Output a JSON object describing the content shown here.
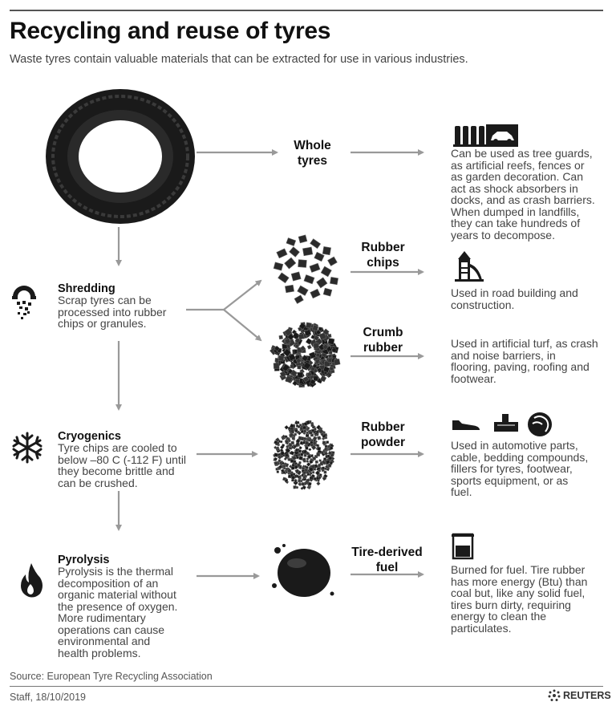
{
  "header": {
    "title": "Recycling and reuse of tyres",
    "subtitle": "Waste tyres contain valuable materials that can be extracted for use in various industries."
  },
  "processes": [
    {
      "title": "Shredding",
      "text": "Scrap tyres can be\nprocessed into rubber\nchips or granules."
    },
    {
      "title": "Cryogenics",
      "text": "Tyre chips are cooled to\nbelow –80 C (-112 F) until\nthey become brittle and\ncan be crushed."
    },
    {
      "title": "Pyrolysis",
      "text": "Pyrolysis is the thermal\ndecomposition of an\norganic material without\nthe presence of oxygen.\nMore rudimentary\noperations can cause\nenvironmental and\nhealth problems."
    }
  ],
  "products": [
    {
      "label": "Whole\ntyres",
      "use": "Can be used as tree guards,\nas artificial reefs, fences or\nas garden decoration. Can\nact as shock absorbers in\ndocks, and as crash barriers.\nWhen dumped in landfills,\nthey can take hundreds of\nyears to decompose."
    },
    {
      "label": "Rubber\nchips",
      "use": "Used in road building and\nconstruction."
    },
    {
      "label": "Crumb\nrubber",
      "use": "Used in artificial turf, as crash\nand noise barriers, in\nflooring, paving, roofing and\nfootwear."
    },
    {
      "label": "Rubber\npowder",
      "use": "Used in automotive parts,\ncable, bedding compounds,\nfillers for tyres, footwear,\nsports equipment, or as\nfuel."
    },
    {
      "label": "Tire-derived\nfuel",
      "use": "Burned for fuel. Tire rubber\nhas more energy (Btu) than\ncoal but, like any solid fuel,\ntires burn dirty, requiring\nenergy to clean the\nparticulates."
    }
  ],
  "footer": {
    "source": "Source: European Tyre Recycling Association",
    "credit": "Staff,  18/10/2019",
    "brand": "REUTERS"
  },
  "icons": [
    "tyre-icon",
    "tyre-stack-icon",
    "car-icon",
    "playground-icon",
    "shredder-icon",
    "snowflake-icon",
    "flame-icon",
    "shoe-icon",
    "tire-tread-icon",
    "ball-icon",
    "beaker-icon",
    "reuters-logo-icon"
  ],
  "colors": {
    "arrow": "#999999",
    "ink": "#1a1a1a",
    "text": "#444444"
  }
}
